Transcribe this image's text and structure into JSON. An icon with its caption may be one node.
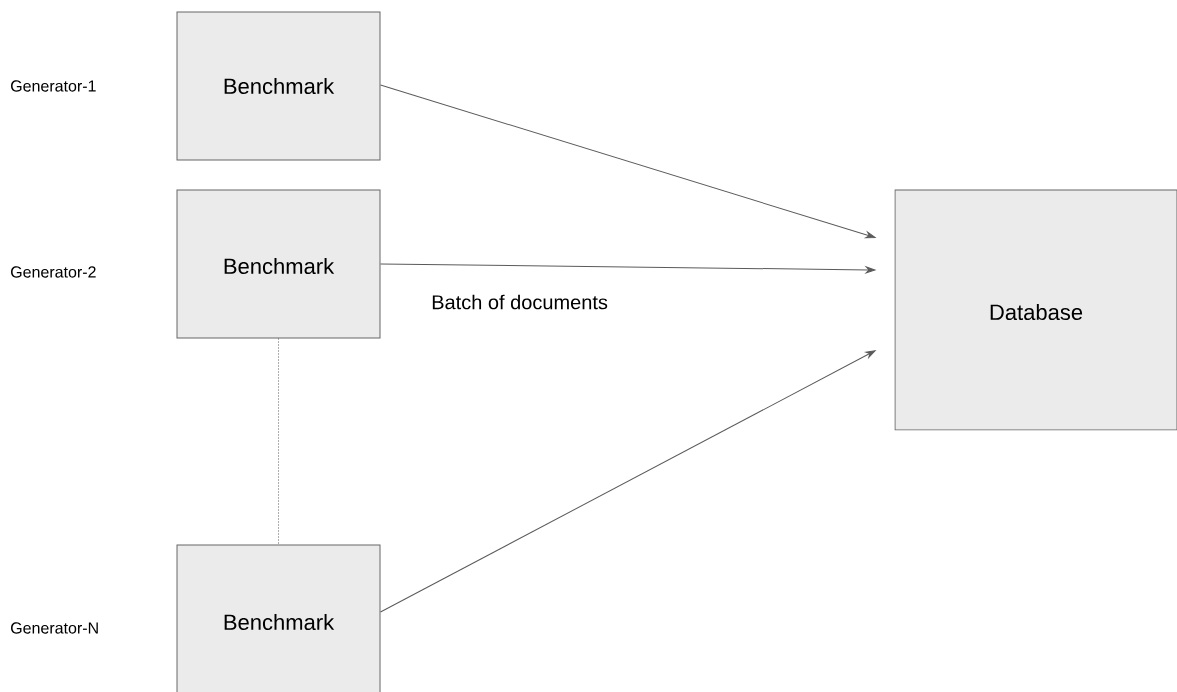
{
  "diagram": {
    "nodes": [
      {
        "text": [
          "Benchmark"
        ]
      },
      {
        "text": [
          "Benchmark"
        ]
      },
      {
        "text": [
          "Benchmark"
        ]
      },
      {
        "text": [
          "Database"
        ]
      }
    ],
    "edges": [
      {
        "from": 0,
        "to": 3,
        "arrow": "to"
      },
      {
        "from": 1,
        "to": 3,
        "arrow": "to",
        "label": "Batch of documents"
      },
      {
        "from": 2,
        "to": 3,
        "arrow": "to"
      },
      {
        "from": 1,
        "to": 2,
        "arrow": "none",
        "style": "dashed"
      }
    ],
    "labels": [
      "Generator-1",
      "Generator-2",
      "Generator-N"
    ]
  }
}
